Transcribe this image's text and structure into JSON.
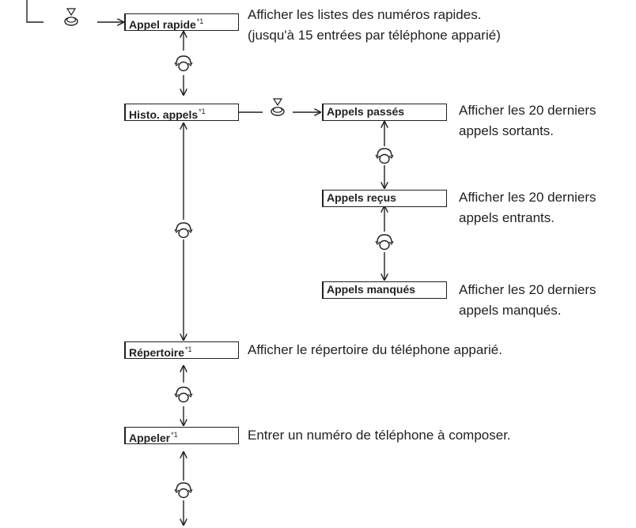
{
  "menu": {
    "speed_dial": {
      "label": "Appel rapide",
      "footnote": "*1",
      "desc": [
        "Afficher les listes des numéros rapides.",
        "(jusqu'à 15 entrées par téléphone apparié)"
      ]
    },
    "call_history": {
      "label": "Histo. appels",
      "footnote": "*1"
    },
    "dialed_calls": {
      "label": "Appels passés",
      "desc": [
        "Afficher les 20 derniers",
        "appels sortants."
      ]
    },
    "received_calls": {
      "label": "Appels reçus",
      "desc": [
        "Afficher les 20 derniers",
        "appels entrants."
      ]
    },
    "missed_calls": {
      "label": "Appels manqués",
      "desc": [
        "Afficher les 20 derniers",
        "appels manqués."
      ]
    },
    "phonebook": {
      "label": "Répertoire",
      "footnote": "*1",
      "desc": [
        "Afficher le répertoire du téléphone apparié."
      ]
    },
    "dial": {
      "label": "Appeler",
      "footnote": "*1",
      "desc": [
        "Entrer un numéro de téléphone à composer."
      ]
    }
  },
  "icons": {
    "press": "knob-press-icon",
    "rotate": "knob-rotate-icon"
  },
  "colors": {
    "line": "#231f20",
    "box_border": "#231f20",
    "text": "#231f20",
    "background": "#ffffff"
  }
}
